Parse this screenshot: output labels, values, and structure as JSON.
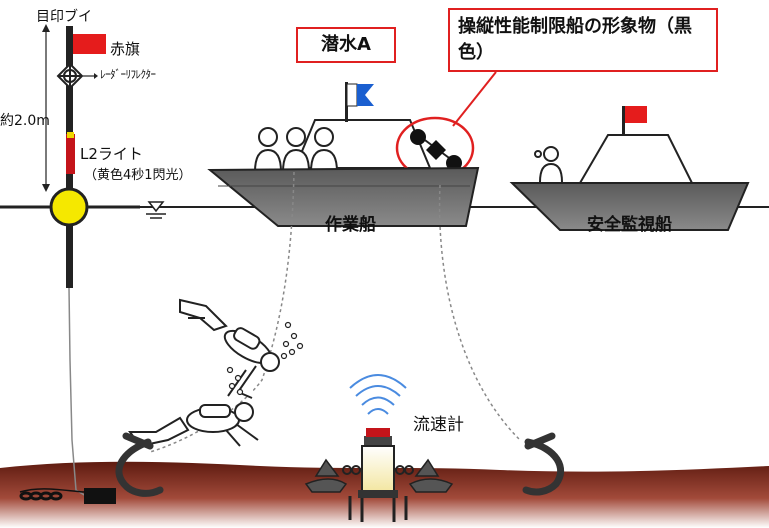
{
  "buoy": {
    "title": "目印ブイ",
    "flag_label": "赤旗",
    "reflector_label": "ﾚｰﾀﾞｰﾘﾌﾚｸﾀｰ",
    "height_label": "約2.0m",
    "light_label": "L2ライト",
    "light_detail": "（黄色4秒1閃光）"
  },
  "callouts": {
    "diver": "潜水A",
    "restricted_vessel": "操縦性能制限船の形象物（黒色）"
  },
  "vessels": {
    "work_boat": "作業船",
    "safety_boat": "安全監視船"
  },
  "current_meter": "流速計",
  "colors": {
    "flag_red": "#e51c1c",
    "buoy_yellow": "#f5e800",
    "hull_gray": "#6f6f6f",
    "seabed_brown": "#7a2a1a",
    "callout_red": "#e02020",
    "diver_flag_blue": "#1a5fd0"
  }
}
